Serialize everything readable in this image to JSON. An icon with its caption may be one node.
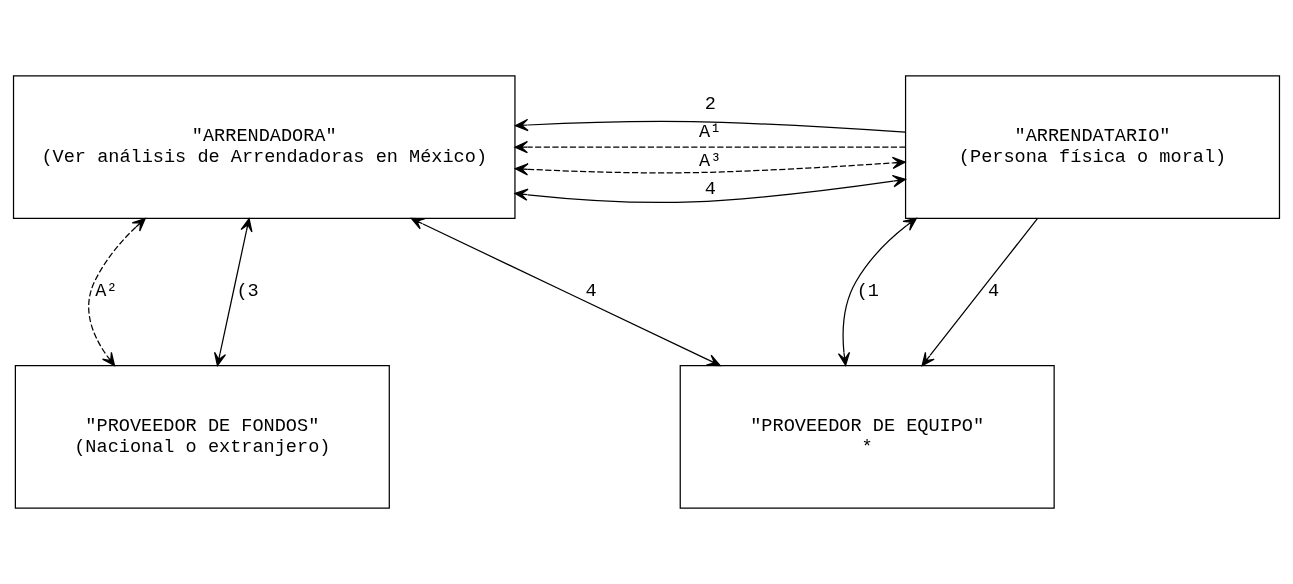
{
  "diagram": {
    "nodes": [
      {
        "text": [
          "\"ARRENDADORA\"",
          "(Ver análisis de Arrendadoras en México)"
        ]
      },
      {
        "text": [
          "\"ARRENDATARIO\"",
          "(Persona física o moral)"
        ]
      },
      {
        "text": [
          "\"PROVEEDOR DE FONDOS\"",
          "(Nacional o extranjero)"
        ]
      },
      {
        "text": [
          "\"PROVEEDOR DE EQUIPO\"",
          "*"
        ]
      }
    ],
    "edges": [
      {
        "from": 1,
        "to": 0,
        "arrow": "to",
        "label": "A¹",
        "style": "dashed"
      },
      {
        "from": 0,
        "to": 1,
        "arrow": "both",
        "label": "A³",
        "style": "dashed"
      },
      {
        "from": 1,
        "to": 0,
        "arrow": "to",
        "label": "2"
      },
      {
        "from": 0,
        "to": 2,
        "arrow": "both",
        "label": "A²",
        "style": "dashed"
      },
      {
        "from": 0,
        "to": 2,
        "arrow": "both",
        "label": "(3"
      },
      {
        "from": 1,
        "to": 3,
        "arrow": "both",
        "label": "(1"
      },
      {
        "from": 0,
        "to": 1,
        "arrow": "both",
        "label": "4"
      },
      {
        "from": 0,
        "to": 3,
        "arrow": "both",
        "label": "4"
      },
      {
        "from": 1,
        "to": 3,
        "arrow": "to",
        "label": "4"
      }
    ]
  }
}
